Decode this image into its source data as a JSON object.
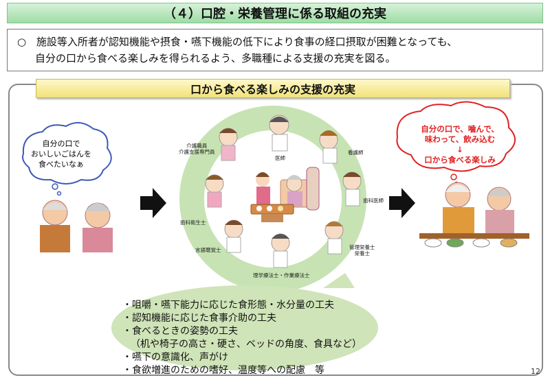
{
  "header": {
    "title": "（４）口腔・栄養管理に係る取組の充実"
  },
  "intro": {
    "marker": "○",
    "line1": "施設等入所者が認知機能や摂食・嚥下機能の低下により食事の経口摂取が困難となっても、",
    "line2": "自分の口から食べる楽しみを得られるよう、多職種による支援の充実を図る。"
  },
  "section": {
    "title": "口から食べる楽しみの支援の充実"
  },
  "bubble_left": {
    "line1": "自分の口で",
    "line2": "おいしいごはんを",
    "line3": "食べたいなぁ"
  },
  "bubble_right": {
    "line1": "自分の口で、噛んで、",
    "line2": "味わって、飲み込む",
    "arrow": "↓",
    "line3": "口から食べる楽しみ"
  },
  "roles": {
    "doctor": "医師",
    "nurse": "看護師",
    "dentist": "歯科医師",
    "dietitian_a": "管理栄養士",
    "dietitian_b": "栄養士",
    "therapist": "理学療法士・作業療法士",
    "speech": "言語聴覚士",
    "hygienist": "歯科衛生士",
    "care_a": "介護職員",
    "care_b": "介護支援専門員"
  },
  "bullets": [
    "・咀嚼・嚥下能力に応じた食形態・水分量の工夫",
    "・認知機能に応じた食事介助の工夫",
    "・食べるときの姿勢の工夫",
    "（机や椅子の高さ・硬さ、ベッドの角度、食具など）",
    "・嚥下の意識化、声がけ",
    "・食欲増進のための嗜好、温度等への配慮　等"
  ],
  "page_number": "12",
  "colors": {
    "title_green": "#9fdca6",
    "section_yellow": "#f1e27a",
    "emphasis_red": "#e02020",
    "circle_green": "#c7e3b3"
  }
}
